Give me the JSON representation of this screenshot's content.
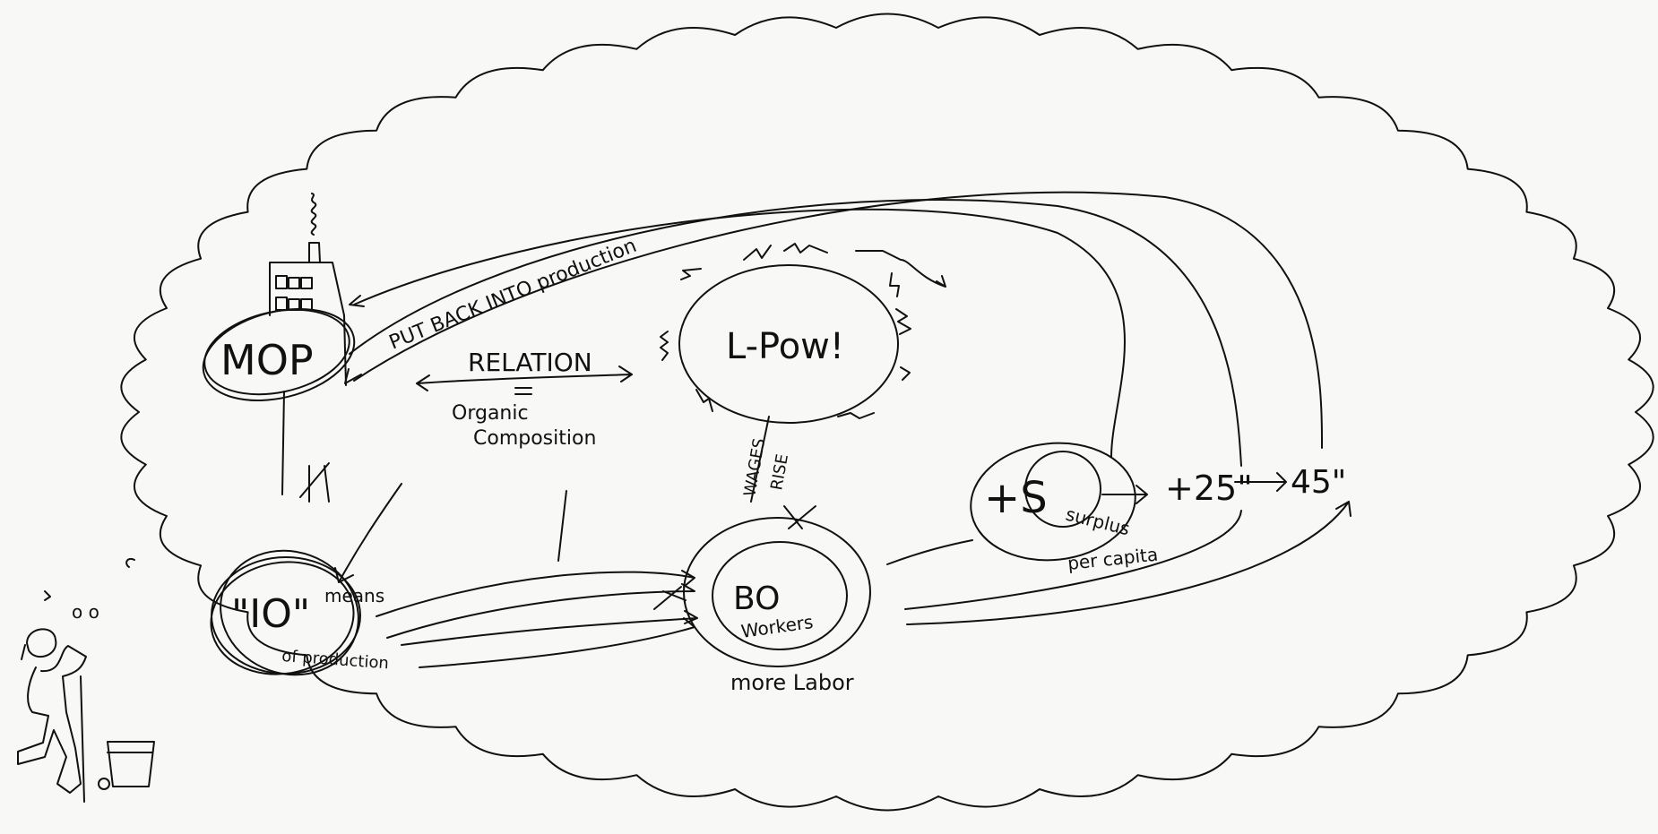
{
  "diagram": {
    "mop": {
      "label": "MOP"
    },
    "put_back": {
      "label": "PUT BACK INTO production"
    },
    "relation": {
      "label": "RELATION",
      "sub1": "Organic",
      "sub2": "Composition"
    },
    "lpow": {
      "label": "L-Pow!"
    },
    "wages": {
      "line1": "WAGES",
      "line2": "RISE"
    },
    "io": {
      "label": "\"IO\"",
      "means": "means",
      "of_production": "of production"
    },
    "bo": {
      "label": "BO",
      "workers": "Workers",
      "more_labor": "more Labor"
    },
    "surplus": {
      "plus_s": "+S",
      "surplus": "surplus",
      "per_capita": "per capita"
    },
    "growth": {
      "step1": "+25\"",
      "step2": "45\""
    },
    "thought_bubbles": {
      "dots": "o o"
    }
  }
}
